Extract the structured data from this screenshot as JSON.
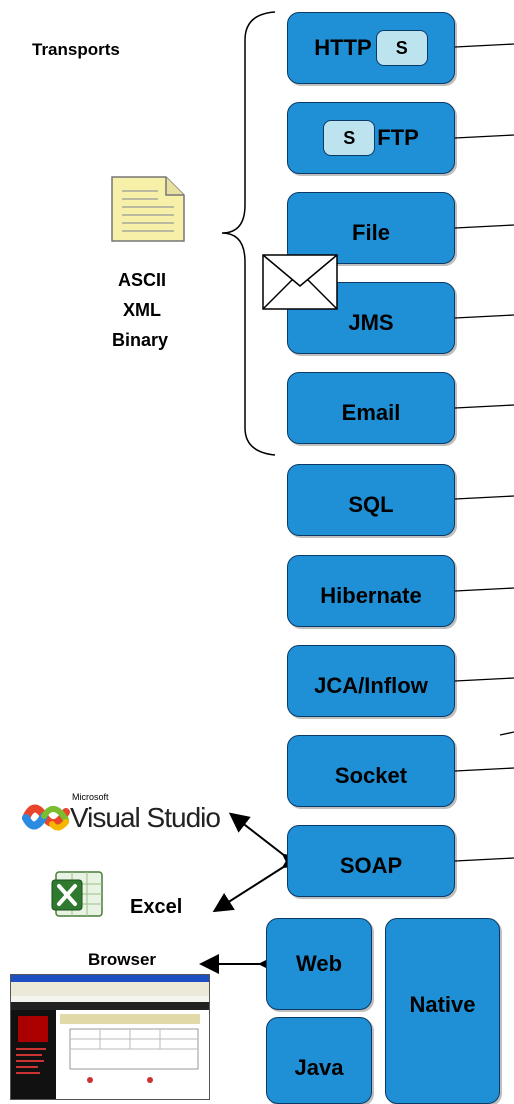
{
  "transports_label": "Transports",
  "formats": [
    "ASCII",
    "XML",
    "Binary"
  ],
  "transports": {
    "http": {
      "label": "HTTP",
      "badge": "S"
    },
    "ftp": {
      "label": "FTP",
      "badge": "S"
    },
    "file": {
      "label": "File"
    },
    "jms": {
      "label": "JMS"
    },
    "email": {
      "label": "Email"
    }
  },
  "others": {
    "sql": "SQL",
    "hibernate": "Hibernate",
    "jca": "JCA/Inflow",
    "socket": "Socket",
    "soap": "SOAP",
    "web": "Web",
    "java": "Java",
    "native": "Native"
  },
  "clients": {
    "visual_studio": {
      "brand": "Microsoft",
      "name": "Visual Studio"
    },
    "excel": "Excel",
    "browser": "Browser"
  },
  "colors": {
    "box_fill": "#1f8fd6",
    "box_border": "#0a3a66",
    "badge_fill": "#bde4ee"
  }
}
